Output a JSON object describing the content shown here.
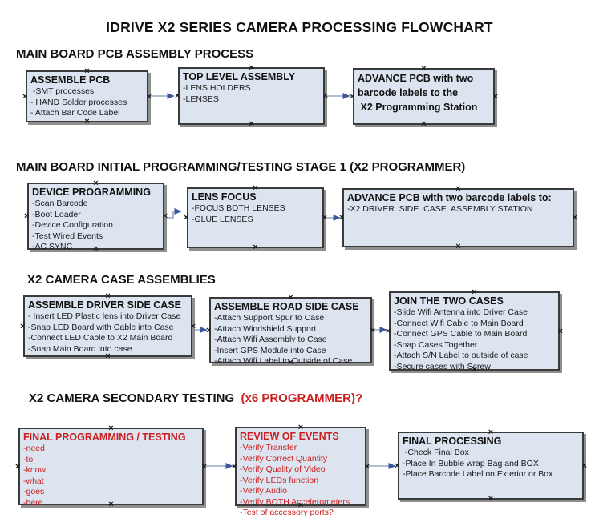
{
  "title": "IDRIVE X2  SERIES CAMERA PROCESSING FLOWCHART",
  "markers": {
    "anchor_glyph": "×"
  },
  "colors": {
    "box_fill": "#dce4f0",
    "box_border": "#3a3a3a",
    "box_shadow": "#8f8f8f",
    "arrow_line": "#94a9c7",
    "arrow_head": "#3c55a0",
    "red_text": "#cc2020",
    "black_text": "#111111"
  },
  "sections": [
    {
      "header": "MAIN BOARD PCB ASSEMBLY PROCESS",
      "nodes": [
        {
          "title": "ASSEMBLE PCB",
          "items": [
            " -SMT processes",
            "- HAND Solder processes",
            "- Attach Bar Code Label"
          ]
        },
        {
          "title": "TOP LEVEL ASSEMBLY",
          "items": [
            "-LENS HOLDERS",
            "-LENSES"
          ]
        },
        {
          "title": "ADVANCE PCB with two\nbarcode labels to the\n X2 Programming Station",
          "items": []
        }
      ]
    },
    {
      "header": "MAIN BOARD INITIAL PROGRAMMING/TESTING STAGE 1 (X2 PROGRAMMER)",
      "nodes": [
        {
          "title": "DEVICE PROGRAMMING",
          "items": [
            "-Scan Barcode",
            "-Boot Loader",
            "-Device Configuration",
            "-Test Wired Events",
            "-AC SYNC"
          ]
        },
        {
          "title": "LENS FOCUS",
          "items": [
            "-FOCUS BOTH LENSES",
            "-GLUE LENSES"
          ]
        },
        {
          "title": "ADVANCE PCB with two barcode labels to:",
          "items": [
            "-X2 DRIVER  SIDE  CASE  ASSEMBLY STATION"
          ]
        }
      ]
    },
    {
      "header": "X2 CAMERA CASE ASSEMBLIES",
      "nodes": [
        {
          "title": "ASSEMBLE DRIVER SIDE CASE",
          "items": [
            "- Insert LED Plastic lens into Driver Case",
            "-Snap LED Board with Cable into Case",
            "-Connect LED Cable to X2 Main Board",
            "-Snap Main Board into case"
          ]
        },
        {
          "title": "ASSEMBLE ROAD SIDE CASE",
          "items": [
            "-Attach Support Spur to Case",
            "-Attach Windshield Support",
            "-Attach Wifi Assembly to Case",
            "-Insert GPS Module into Case",
            "-Attach Wifi Label to Outside of Case"
          ]
        },
        {
          "title": "JOIN THE TWO CASES",
          "items": [
            "-Slide Wifi Antenna into Driver Case",
            "-Connect Wifi Cable to Main Board",
            "-Connect GPS Cable to Main Board",
            "-Snap Cases Together",
            "-Attach S/N Label to outside of case",
            "-Secure cases with Screw"
          ]
        }
      ]
    },
    {
      "header": "X2 CAMERA SECONDARY TESTING ",
      "header_suffix": " (x6 PROGRAMMER)?",
      "nodes": [
        {
          "title": "FINAL PROGRAMMING / TESTING",
          "items": [
            "-need",
            "-to",
            "-know",
            "-what",
            "-goes",
            "-here"
          ]
        },
        {
          "title": "REVIEW OF EVENTS",
          "items": [
            "-Verify Transfer",
            "-Verify Correct Quantity",
            "-Verify Quality of Video",
            "-Verify LEDs function",
            "-Verify Audio",
            "-Verify BOTH Accelerometers",
            "-Test of accessory ports?"
          ]
        },
        {
          "title": "FINAL PROCESSING",
          "items": [
            " -Check Final Box",
            "-Place In Bubble wrap Bag and BOX",
            "-Place Barcode Label on Exterior or Box"
          ]
        }
      ]
    }
  ]
}
